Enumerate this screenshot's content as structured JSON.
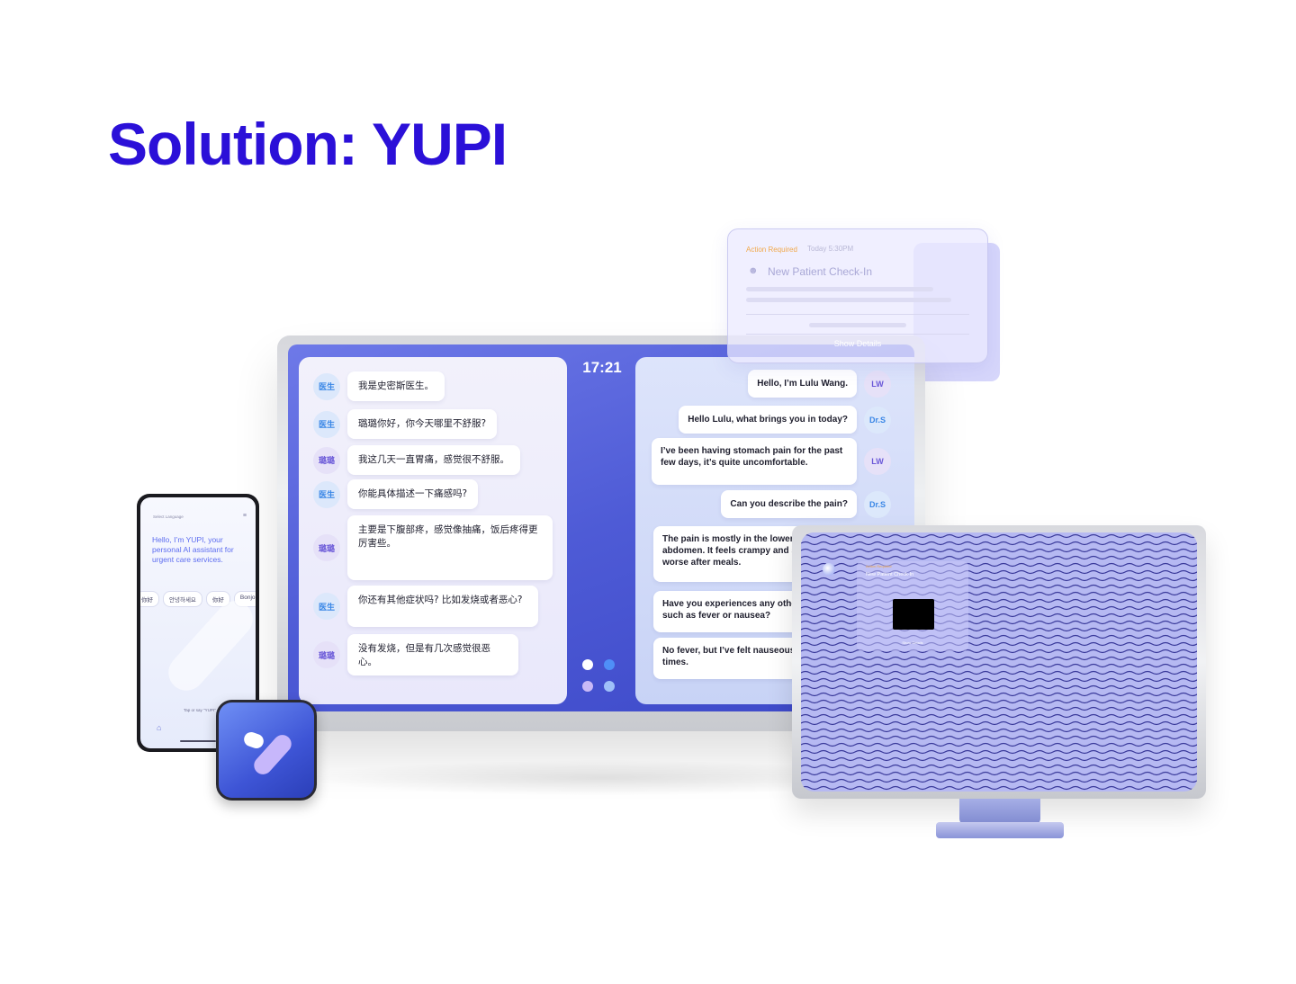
{
  "page": {
    "title": "Solution: YUPI",
    "accent_color": "#2b10d8"
  },
  "monitor": {
    "clock": "17:21",
    "left_chat": [
      {
        "avatar": "医生",
        "role": "doctor",
        "text": "我是史密斯医生。"
      },
      {
        "avatar": "医生",
        "role": "doctor",
        "text": "璐璐你好，你今天哪里不舒服?"
      },
      {
        "avatar": "璐璐",
        "role": "patient",
        "text": "我这几天一直胃痛，感觉很不舒服。"
      },
      {
        "avatar": "医生",
        "role": "doctor",
        "text": "你能具体描述一下痛感吗?"
      },
      {
        "avatar": "璐璐",
        "role": "patient",
        "text": "主要是下腹部疼，感觉像抽痛，饭后疼得更厉害些。"
      },
      {
        "avatar": "医生",
        "role": "doctor",
        "text": "你还有其他症状吗? 比如发烧或者恶心?"
      },
      {
        "avatar": "璐璐",
        "role": "patient",
        "text": "没有发烧，但是有几次感觉很恶心。"
      }
    ],
    "right_chat": [
      {
        "avatar": "LW",
        "role": "patient",
        "text": "Hello, I’m Lulu Wang."
      },
      {
        "avatar": "Dr.S",
        "role": "doctor",
        "text": "Hello Lulu, what brings you in today?"
      },
      {
        "avatar": "LW",
        "role": "patient",
        "text": "I’ve been having stomach pain for the past few days, it’s quite uncomfortable."
      },
      {
        "avatar": "Dr.S",
        "role": "doctor",
        "text": "Can you describe the pain?"
      },
      {
        "avatar": "",
        "role": "patient",
        "text": "The pain is mostly in the lower abdomen. It feels crampy and s worse after meals."
      },
      {
        "avatar": "",
        "role": "doctor",
        "text": "Have you experiences any othe such as fever or nausea?"
      },
      {
        "avatar": "",
        "role": "patient",
        "text": "No fever, but I’ve felt nauseous a times."
      }
    ],
    "dot_colors": [
      "#ffffff",
      "#4f8ff7",
      "#c9b9f7",
      "#9fc0f9"
    ]
  },
  "notification": {
    "tag": "Action Required",
    "time": "Today 5:30PM",
    "title": "New Patient Check-In",
    "details_label": "Show Details"
  },
  "phone": {
    "top_label": "Select Language",
    "greeting": "Hello, I’m YUPI, your personal AI assistant for urgent care services.",
    "languages": [
      "你好",
      "안녕하세요",
      "你好",
      "Bonjo"
    ],
    "tap_label": "Tap or say \"YUPI\""
  },
  "desktop": {
    "card_tag": "Action Required",
    "card_title": "New Patient Check-In",
    "card_foot": "Show Details",
    "wave_color": "#3a3a9a"
  }
}
